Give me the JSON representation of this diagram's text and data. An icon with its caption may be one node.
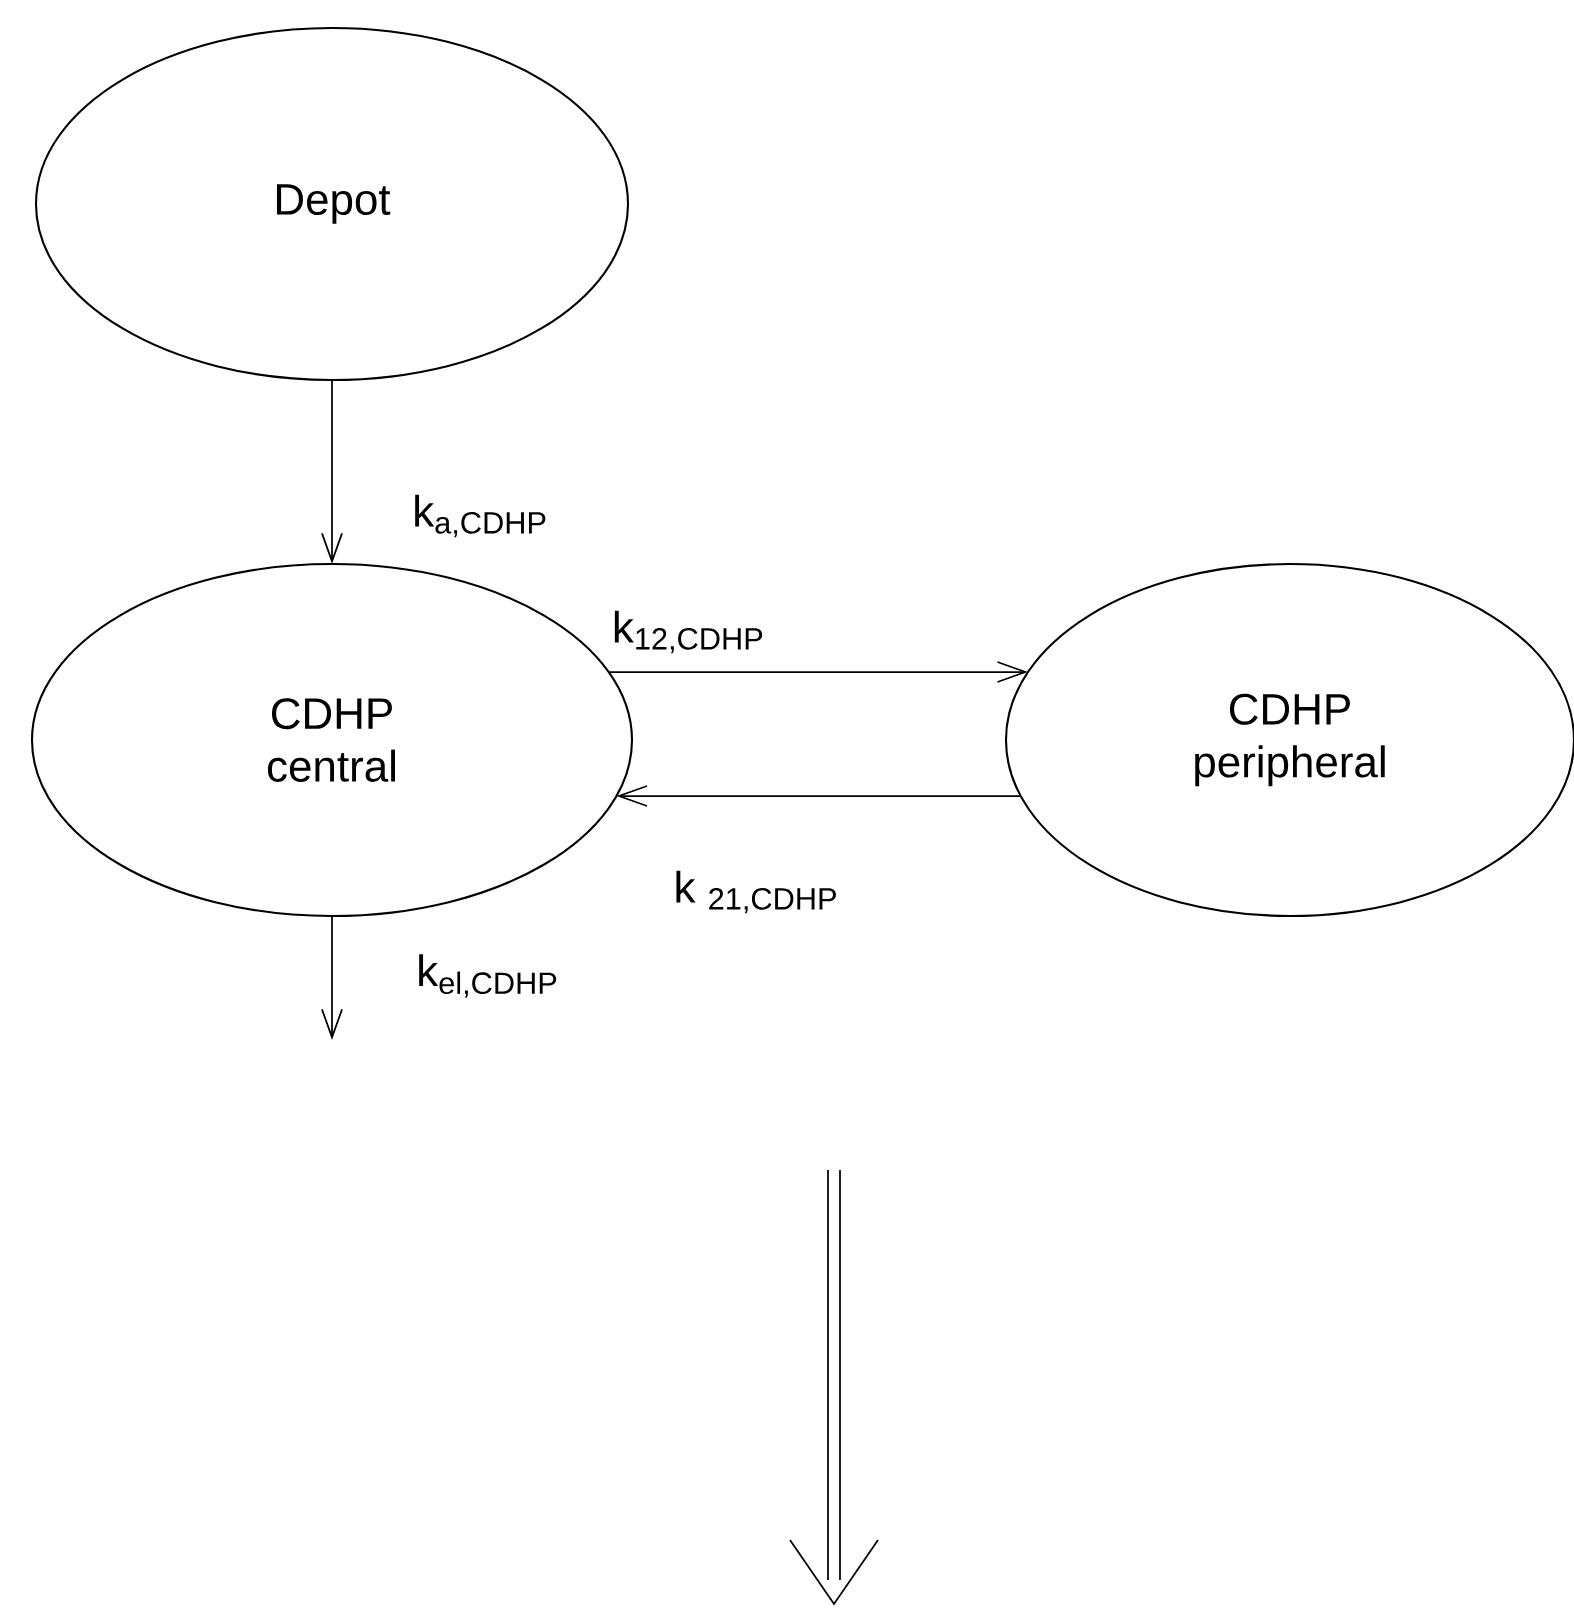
{
  "diagram": {
    "nodes": [
      {
        "text": [
          "Depot"
        ]
      },
      {
        "text": [
          "CDHP central"
        ]
      },
      {
        "text": [
          "CDHP peripheral"
        ]
      }
    ],
    "edges": [
      {
        "from": 0,
        "to": 1,
        "arrow": "to",
        "label": "k$_{a,CDHP}$"
      },
      {
        "from": 1,
        "to": 2,
        "arrow": "to",
        "label": "k$_{12,CDHP}$"
      },
      {
        "from": 2,
        "to": 1,
        "arrow": "to",
        "label": "k $_{21,CDHP}$"
      },
      {
        "from": 1,
        "to": null,
        "arrow": "to",
        "label": "k$_{el,CDHP}$"
      }
    ]
  }
}
